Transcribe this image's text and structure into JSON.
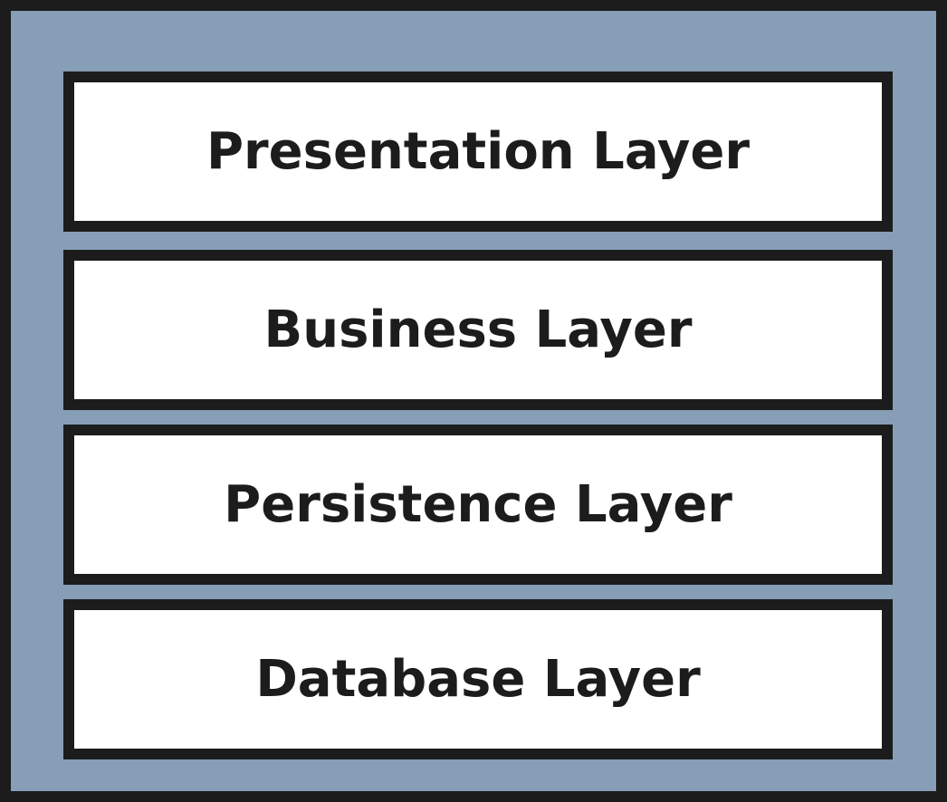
{
  "colors": {
    "background": "#869eb6",
    "border": "#1c1c1c",
    "layer_fill": "#ffffff",
    "text": "#1c1c1c"
  },
  "layers": [
    {
      "label": "Presentation Layer"
    },
    {
      "label": "Business Layer"
    },
    {
      "label": "Persistence Layer"
    },
    {
      "label": "Database Layer"
    }
  ]
}
